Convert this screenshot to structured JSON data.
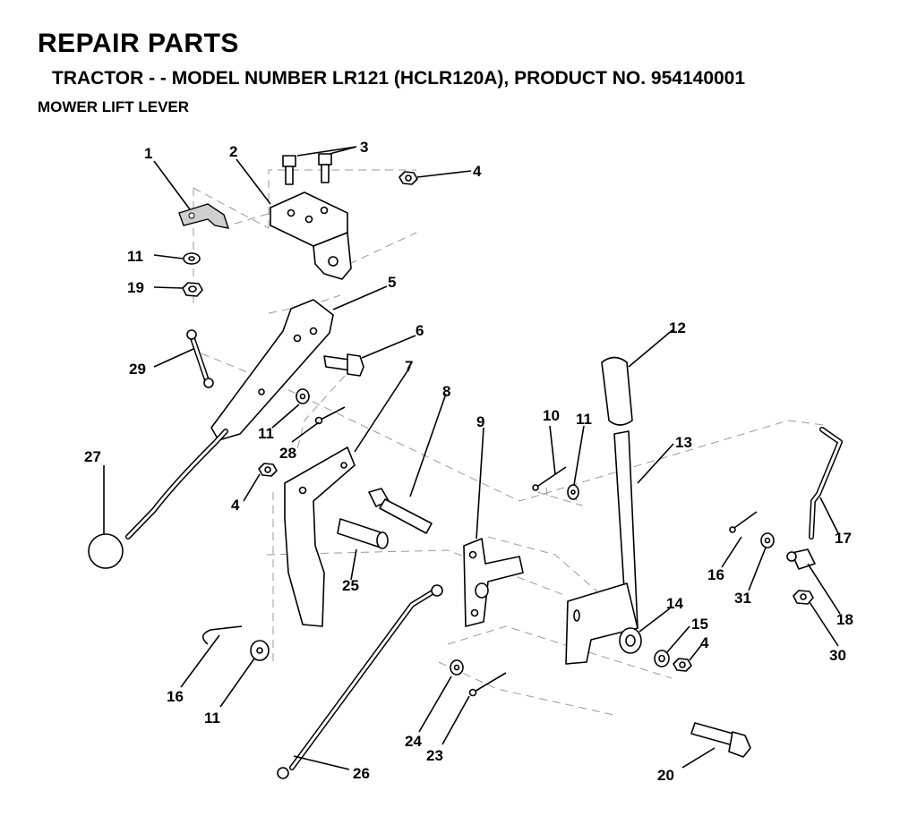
{
  "header": {
    "title": "REPAIR PARTS",
    "subtitle": "TRACTOR - - MODEL NUMBER LR121 (HCLR120A), PRODUCT NO. 954140001",
    "section": "MOWER LIFT LEVER"
  },
  "callouts": [
    "1",
    "2",
    "3",
    "4",
    "11",
    "19",
    "5",
    "6",
    "29",
    "12",
    "7",
    "8",
    "11",
    "28",
    "10",
    "11",
    "9",
    "13",
    "27",
    "4",
    "17",
    "25",
    "16",
    "31",
    "18",
    "14",
    "15",
    "4",
    "30",
    "16",
    "11",
    "24",
    "23",
    "26",
    "20"
  ]
}
